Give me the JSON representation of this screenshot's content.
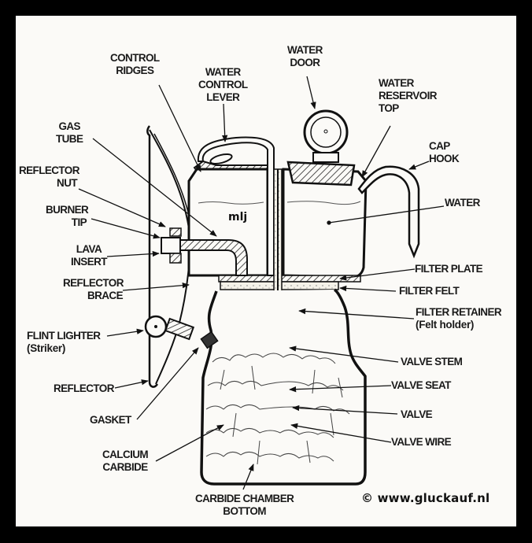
{
  "diagram": {
    "subject": "Carbide miner's lamp cross-section",
    "watermark": "mlj",
    "credit": "© www.gluckauf.nl",
    "labels": {
      "control_ridges": [
        "CONTROL",
        "RIDGES"
      ],
      "water_control_lever": [
        "WATER",
        "CONTROL",
        "LEVER"
      ],
      "water_door": [
        "WATER",
        "DOOR"
      ],
      "water_reservoir_top": [
        "WATER",
        "RESERVOIR",
        "TOP"
      ],
      "cap_hook": [
        "CAP",
        "HOOK"
      ],
      "gas_tube": [
        "GAS",
        "TUBE"
      ],
      "reflector_nut": [
        "REFLECTOR",
        "NUT"
      ],
      "burner_tip": [
        "BURNER",
        "TIP"
      ],
      "lava_insert": [
        "LAVA",
        "INSERT"
      ],
      "reflector_brace": [
        "REFLECTOR",
        "BRACE"
      ],
      "flint_lighter": [
        "FLINT LIGHTER",
        "(Striker)"
      ],
      "reflector": "REFLECTOR",
      "gasket": "GASKET",
      "calcium_carbide": [
        "CALCIUM",
        "CARBIDE"
      ],
      "carbide_chamber_bottom": [
        "CARBIDE CHAMBER",
        "BOTTOM"
      ],
      "water": "WATER",
      "filter_plate": "FILTER PLATE",
      "filter_felt": "FILTER FELT",
      "filter_retainer": [
        "FILTER RETAINER",
        "(Felt holder)"
      ],
      "valve_stem": "VALVE STEM",
      "valve_seat": "VALVE SEAT",
      "valve": "VALVE",
      "valve_wire": "VALVE WIRE"
    }
  }
}
